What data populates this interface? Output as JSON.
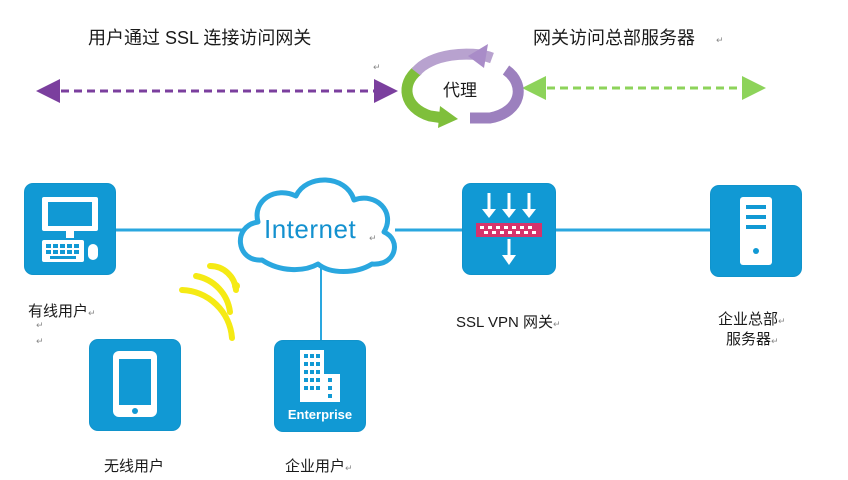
{
  "top": {
    "left_caption": "用户通过 SSL 连接访问网关",
    "right_caption": "网关访问总部服务器",
    "proxy_label": "代理"
  },
  "network": {
    "internet_label": "Internet"
  },
  "nodes": {
    "wired_user": "有线用户",
    "wireless_user": "无线用户",
    "enterprise_user": "企业用户",
    "enterprise_badge": "Enterprise",
    "gateway": "SSL VPN 网关",
    "hq_server_line1": "企业总部",
    "hq_server_line2": "服务器"
  },
  "marks": {
    "return": "↵"
  },
  "colors": {
    "tile_blue": "#1199d4",
    "link_blue": "#2aa7df",
    "purple_arrow": "#7b3f9e",
    "green_arrow": "#8dd35a",
    "wifi_yellow": "#f5ea14"
  }
}
